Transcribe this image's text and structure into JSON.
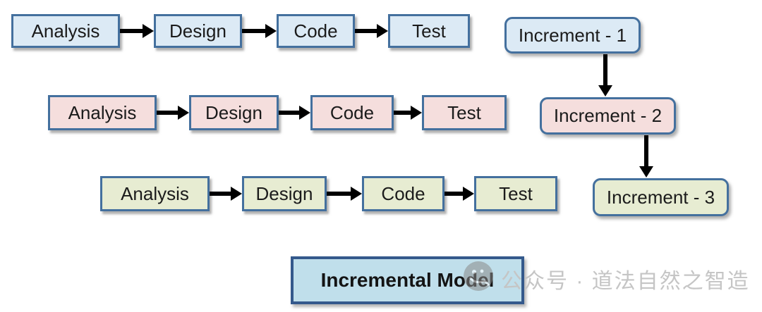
{
  "diagram": {
    "title": "Incremental Model",
    "rows": [
      {
        "name": "increment-1-flow",
        "fill": "#dceaf5",
        "steps": [
          "Analysis",
          "Design",
          "Code",
          "Test"
        ]
      },
      {
        "name": "increment-2-flow",
        "fill": "#f5dedd",
        "steps": [
          "Analysis",
          "Design",
          "Code",
          "Test"
        ]
      },
      {
        "name": "increment-3-flow",
        "fill": "#e7ecd2",
        "steps": [
          "Analysis",
          "Design",
          "Code",
          "Test"
        ]
      }
    ],
    "increments": [
      {
        "label": "Increment - 1",
        "fill": "#dceaf5"
      },
      {
        "label": "Increment - 2",
        "fill": "#f5dedd"
      },
      {
        "label": "Increment - 3",
        "fill": "#e7ecd2"
      }
    ],
    "title_box": {
      "fill": "#c0dfeb",
      "border": "#34598c"
    },
    "colors": {
      "box_border": "#44709e",
      "arrow": "#000000",
      "text": "#1b1b1b",
      "watermark_text": "#c5c5c5"
    }
  },
  "watermark": {
    "text": "公众号 · 道法自然之智造",
    "logo_icon": "wechat-official-account-icon"
  }
}
